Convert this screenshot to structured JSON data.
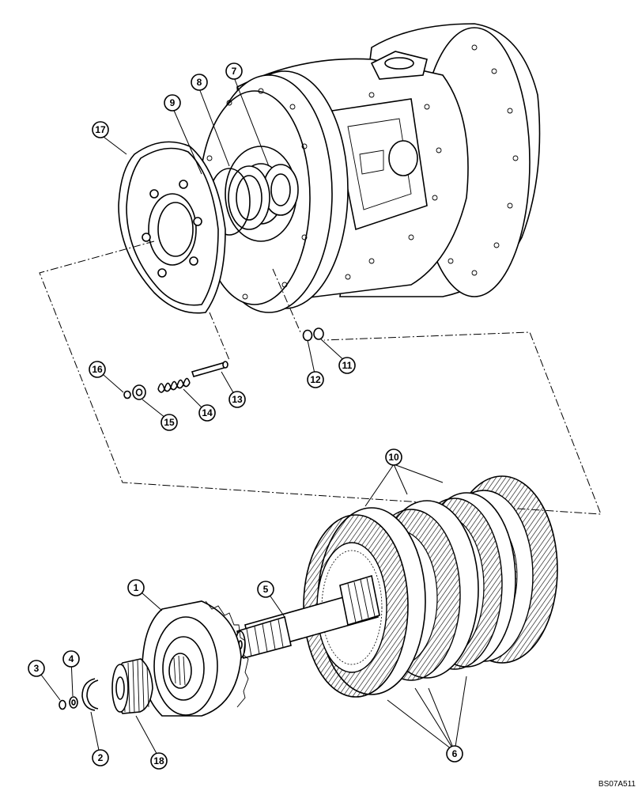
{
  "callouts": [
    {
      "id": "c1",
      "label": "1"
    },
    {
      "id": "c2",
      "label": "2"
    },
    {
      "id": "c3",
      "label": "3"
    },
    {
      "id": "c4",
      "label": "4"
    },
    {
      "id": "c5",
      "label": "5"
    },
    {
      "id": "c6",
      "label": "6"
    },
    {
      "id": "c7",
      "label": "7"
    },
    {
      "id": "c8",
      "label": "8"
    },
    {
      "id": "c9",
      "label": "9"
    },
    {
      "id": "c10",
      "label": "10"
    },
    {
      "id": "c11",
      "label": "11"
    },
    {
      "id": "c12",
      "label": "12"
    },
    {
      "id": "c13",
      "label": "13"
    },
    {
      "id": "c14",
      "label": "14"
    },
    {
      "id": "c15",
      "label": "15"
    },
    {
      "id": "c16",
      "label": "16"
    },
    {
      "id": "c17",
      "label": "17"
    },
    {
      "id": "c18",
      "label": "18"
    }
  ],
  "figure_code": "BS07A511",
  "colors": {
    "ink": "#000000",
    "paper": "#ffffff"
  }
}
